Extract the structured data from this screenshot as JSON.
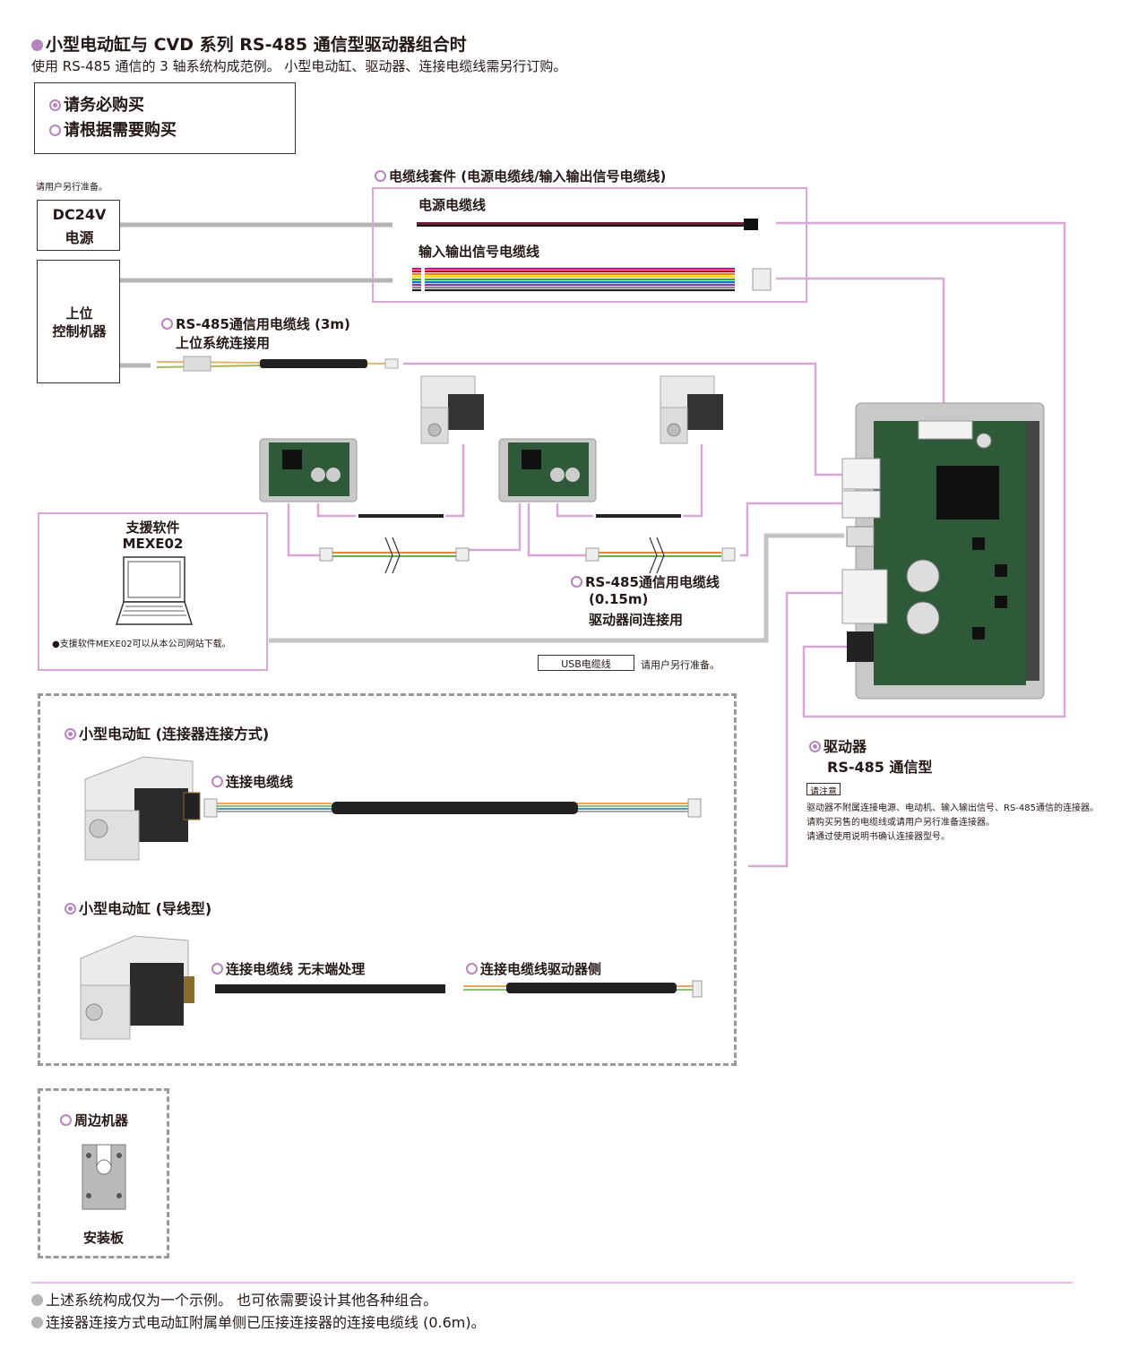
{
  "header": {
    "title": "小型电动缸与 CVD 系列 RS-485 通信型驱动器组合时",
    "subtitle": "使用 RS-485 通信的 3 轴系统构成范例。 小型电动缸、驱动器、连接电缆线需另行订购。"
  },
  "legend": {
    "required": "请务必购买",
    "optional": "请根据需要购买"
  },
  "prepare_note": "请用户另行准备。",
  "power": {
    "line1": "DC24V",
    "line2": "电源"
  },
  "host": {
    "line1": "上位",
    "line2": "控制机器"
  },
  "cable_set": {
    "title": "电缆线套件 (电源电缆线/输入输出信号电缆线)",
    "power_cable": "电源电缆线",
    "io_cable": "输入输出信号电缆线"
  },
  "rs485_host_cable": {
    "line1": "RS-485通信用电缆线 (3m)",
    "line2": "上位系统连接用"
  },
  "rs485_driver_cable": {
    "line1": "RS-485通信用电缆线",
    "line2": "(0.15m)",
    "line3": "驱动器间连接用"
  },
  "software": {
    "title": "支援软件",
    "name": "MEXE02",
    "note": "●支援软件MEXE02可以从本公司网站下载。"
  },
  "usb": {
    "label": "USB电缆线",
    "note": "请用户另行准备。"
  },
  "driver": {
    "label1": "驱动器",
    "label2": "RS-485 通信型",
    "caution_title": "请注意",
    "caution_lines": [
      "驱动器不附属连接电源、电动机、输入输出信号、RS-485通信的连接器。",
      "请购买另售的电缆线或请用户另行准备连接器。",
      "请通过使用说明书确认连接器型号。"
    ]
  },
  "actuator_connector": {
    "title": "小型电动缸 (连接器连接方式)",
    "cable": "连接电缆线"
  },
  "actuator_lead": {
    "title": "小型电动缸 (导线型)",
    "cable1": "连接电缆线 无末端处理",
    "cable2": "连接电缆线驱动器侧"
  },
  "peripheral": {
    "title": "周边机器",
    "item": "安装板"
  },
  "footnotes": [
    "上述系统构成仅为一个示例。 也可依需要设计其他各种组合。",
    "连接器连接方式电动缸附属单侧已压接连接器的连接电缆线 (0.6m)。"
  ],
  "colors": {
    "accent": "#b784c0",
    "line": "#d9a6d8",
    "gray": "#b5b5b5",
    "pcb": "#2f5a3a"
  }
}
